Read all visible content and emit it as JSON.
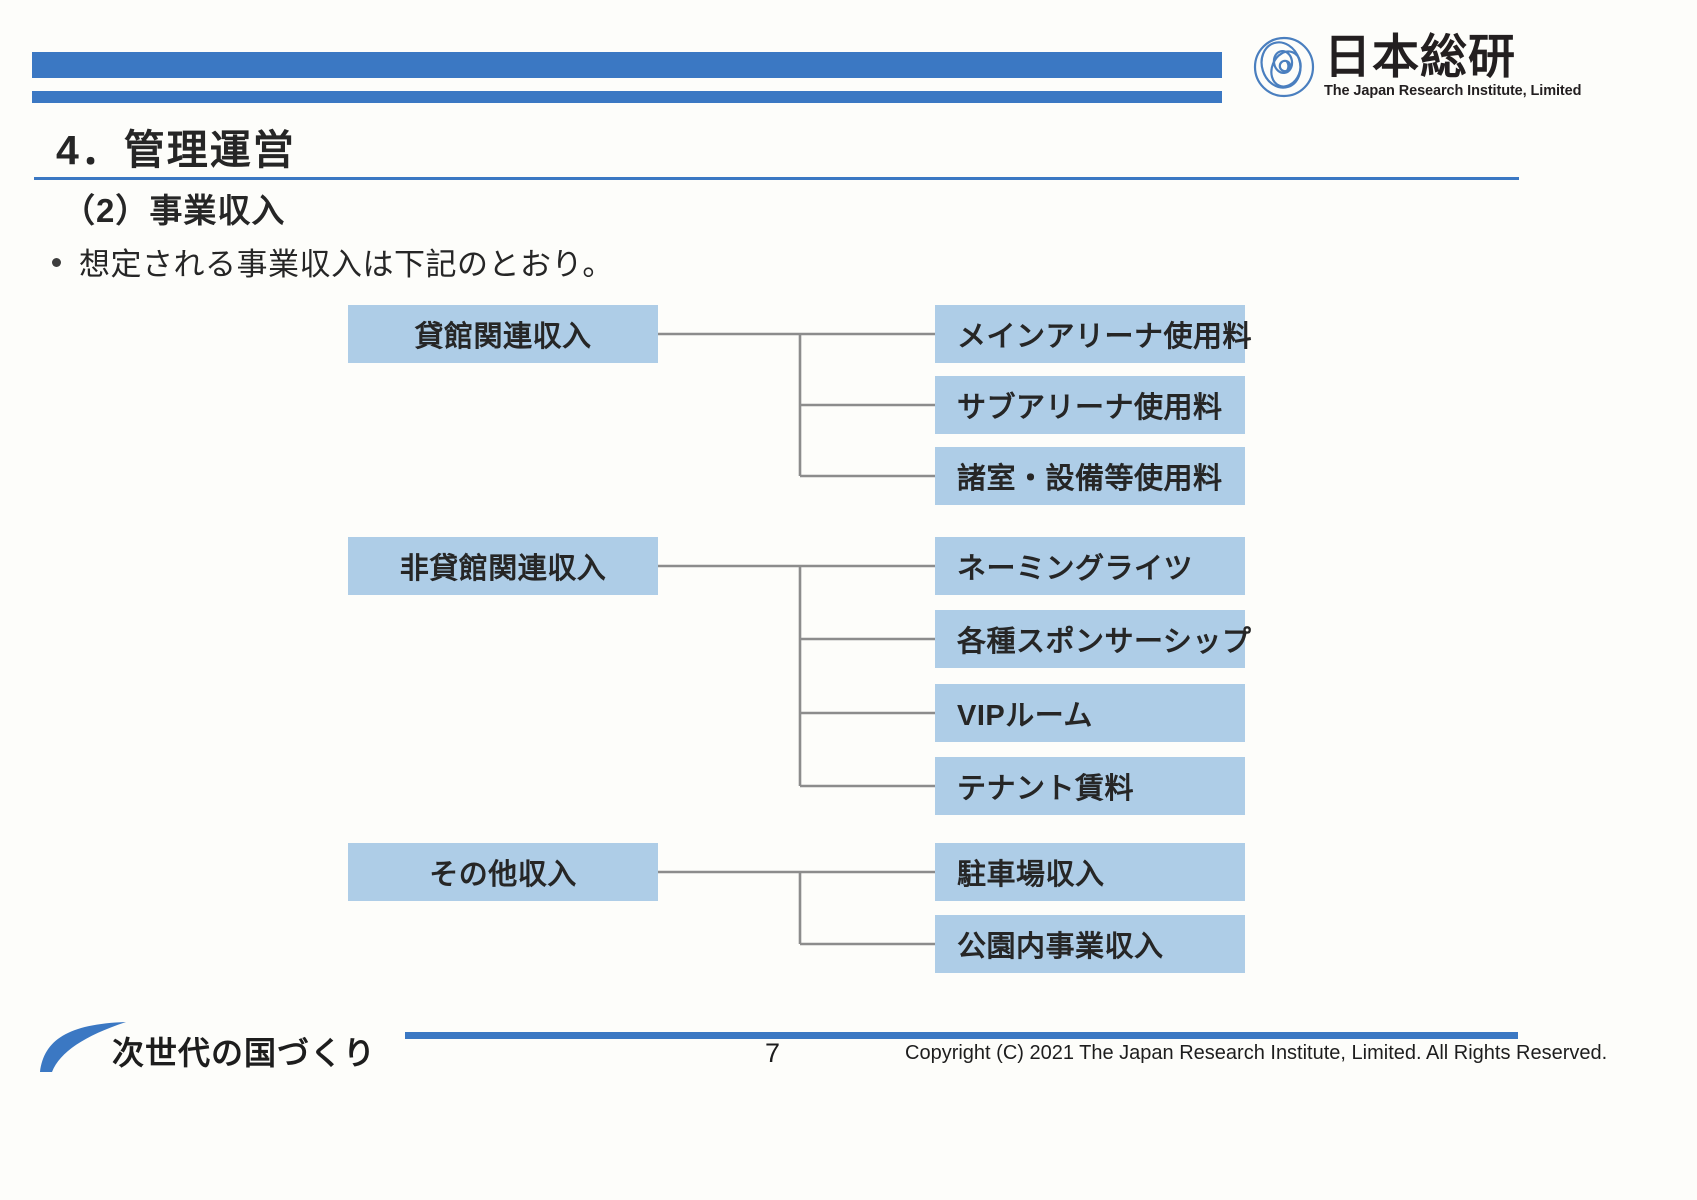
{
  "header": {
    "logo": {
      "mark_name": "japan-research-institute-logo-mark",
      "jp_name": "日本総研",
      "en_name": "The Japan Research Institute, Limited"
    },
    "accent_color": "#3b78c3"
  },
  "title": "4．管理運営",
  "subtitle": "（2）事業収入",
  "bullet": "想定される事業収入は下記のとおり。",
  "diagram": {
    "node_color": "#aecde7",
    "connector_color": "#8c8c8c",
    "groups": [
      {
        "parent": "貸館関連収入",
        "children": [
          "メインアリーナ使用料",
          "サブアリーナ使用料",
          "諸室・設備等使用料"
        ]
      },
      {
        "parent": "非貸館関連収入",
        "children": [
          "ネーミングライツ",
          "各種スポンサーシップ",
          "VIPルーム",
          "テナント賃料"
        ]
      },
      {
        "parent": "その他収入",
        "children": [
          "駐車場収入",
          "公園内事業収入"
        ]
      }
    ]
  },
  "footer": {
    "tagline": "次世代の国づくり",
    "page_number": "7",
    "copyright": "Copyright (C) 2021 The Japan Research Institute, Limited. All Rights Reserved."
  }
}
